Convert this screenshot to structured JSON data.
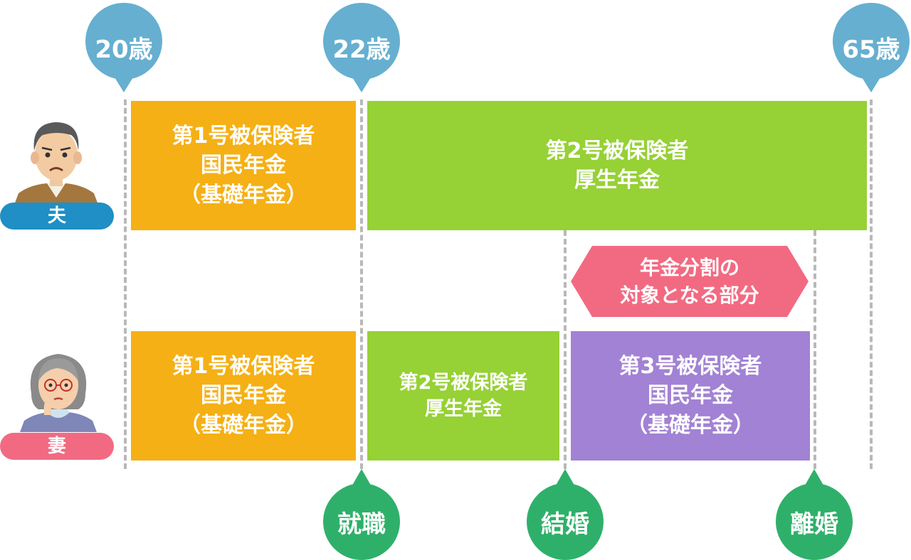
{
  "ages": [
    {
      "label": "20歳"
    },
    {
      "label": "22歳"
    },
    {
      "label": "65歳"
    }
  ],
  "events": [
    {
      "label": "就職"
    },
    {
      "label": "結婚"
    },
    {
      "label": "離婚"
    }
  ],
  "people": {
    "husband": "夫",
    "wife": "妻"
  },
  "husband_blocks": {
    "first": {
      "line1": "第1号被保険者",
      "line2": "国民年金",
      "line3": "（基礎年金）"
    },
    "second": {
      "line1": "第2号被保険者",
      "line2": "厚生年金"
    }
  },
  "wife_blocks": {
    "first": {
      "line1": "第1号被保険者",
      "line2": "国民年金",
      "line3": "（基礎年金）"
    },
    "second": {
      "line1": "第2号被保険者",
      "line2": "厚生年金"
    },
    "third": {
      "line1": "第3号被保険者",
      "line2": "国民年金",
      "line3": "（基礎年金）"
    }
  },
  "split": {
    "line1": "年金分割の",
    "line2": "対象となる部分"
  },
  "colors": {
    "age_marker": "#66afd0",
    "event_marker": "#2fb06a",
    "orange": "#f5b015",
    "green": "#96d135",
    "purple": "#a282d4",
    "pink": "#f26a82",
    "husband_pill": "#1f8fc5",
    "wife_pill": "#f26a82"
  }
}
